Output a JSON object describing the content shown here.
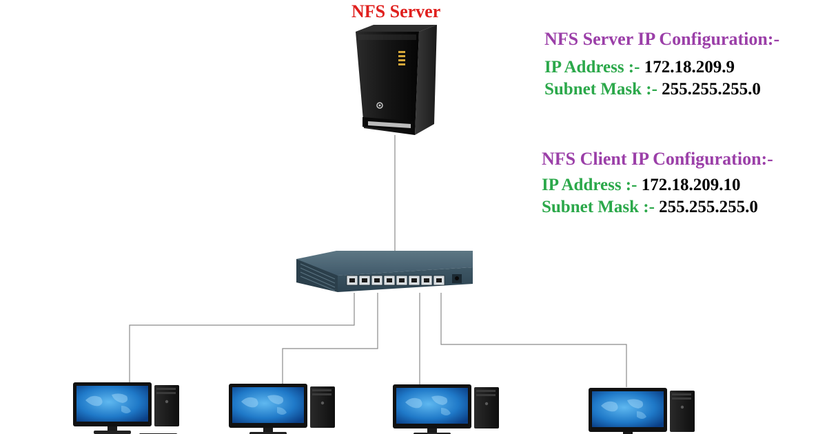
{
  "server": {
    "title": "NFS Server"
  },
  "server_config": {
    "heading": "NFS Server IP Configuration:-",
    "ip_key": "IP Address :-",
    "ip_value": "172.18.209.9",
    "mask_key": "Subnet Mask :-",
    "mask_value": "255.255.255.0"
  },
  "client_config": {
    "heading": "NFS Client IP Configuration:-",
    "ip_key": "IP Address :-",
    "ip_value": "172.18.209.10",
    "mask_key": "Subnet Mask :-",
    "mask_value": "255.255.255.0"
  },
  "colors": {
    "server_title": "#e0201e",
    "heading": "#9b3fa8",
    "key": "#2ba84a",
    "value": "#000000",
    "switch_body": "#3c5663",
    "link_line": "#8a8a8a"
  },
  "icons": {
    "server": "tower-server-icon",
    "switch": "network-switch-icon",
    "client": "desktop-computer-icon"
  }
}
